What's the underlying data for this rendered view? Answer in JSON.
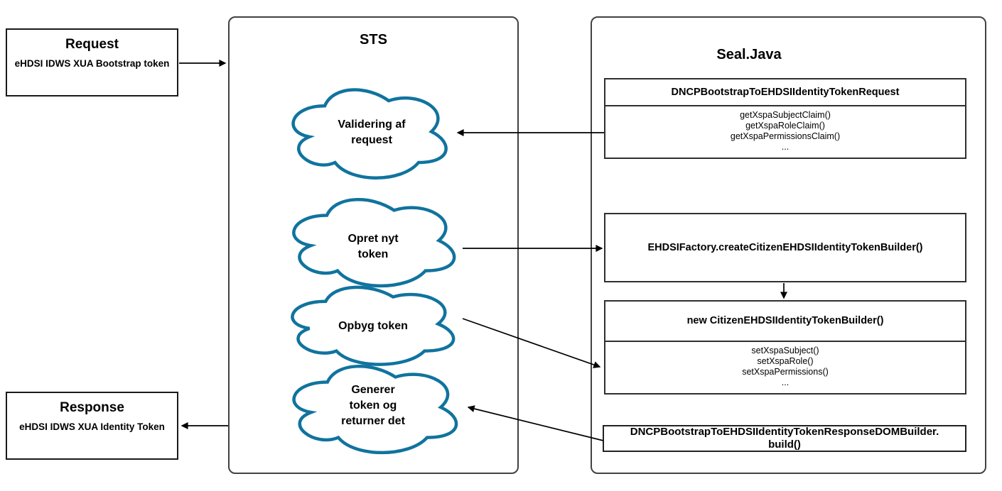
{
  "request_box": {
    "title": "Request",
    "subtitle": "eHDSI IDWS XUA Bootstrap token"
  },
  "response_box": {
    "title": "Response",
    "subtitle": "eHDSI IDWS XUA Identity Token"
  },
  "sts": {
    "title": "STS",
    "clouds": [
      {
        "label": "Validering af\nrequest"
      },
      {
        "label": "Opret nyt\ntoken"
      },
      {
        "label": "Opbyg token"
      },
      {
        "label": "Generer\ntoken og\nreturner det"
      }
    ]
  },
  "seal": {
    "title": "Seal.Java",
    "request_class": {
      "header": "DNCPBootstrapToEHDSIIdentityTokenRequest",
      "methods": [
        "getXspaSubjectClaim()",
        "getXspaRoleClaim()",
        "getXspaPermissionsClaim()",
        "..."
      ]
    },
    "factory_call": {
      "label": "EHDSIFactory.createCitizenEHDSIIdentityTokenBuilder()"
    },
    "builder_class": {
      "header": "new CitizenEHDSIIdentityTokenBuilder()",
      "methods": [
        "setXspaSubject()",
        "setXspaRole()",
        "setXspaPermissions()",
        "..."
      ]
    },
    "response_builder": {
      "label": "DNCPBootstrapToEHDSIIdentityTokenResponseDOMBuilder.\nbuild()"
    }
  },
  "colors": {
    "cloud_stroke": "#10739E",
    "arrow": "#000000",
    "box_border": "#2f2f2f",
    "container_border": "#424242"
  }
}
